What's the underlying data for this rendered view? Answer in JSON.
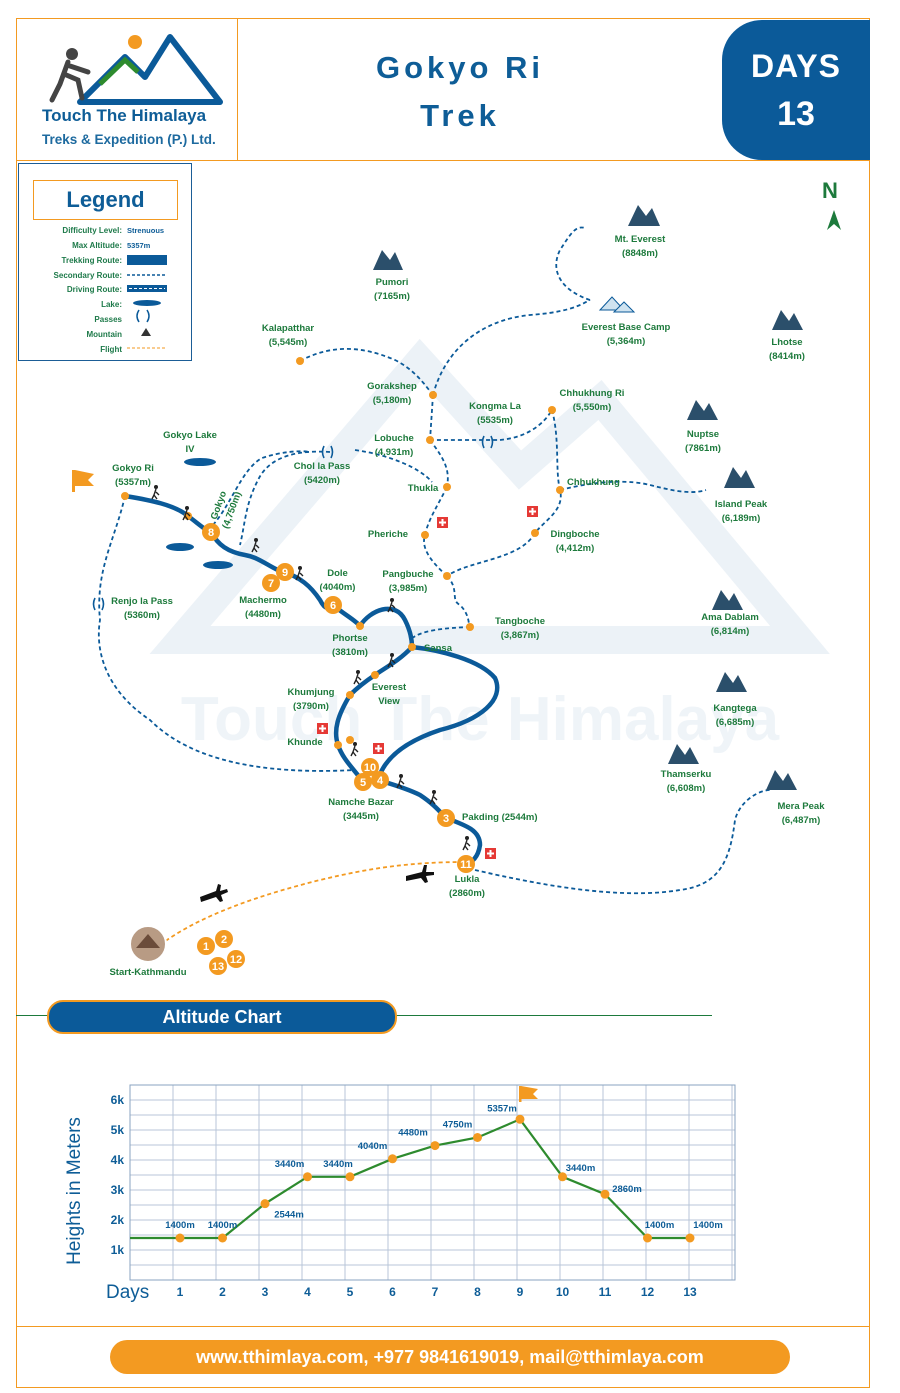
{
  "brand": {
    "name": "Touch The Himalaya",
    "subtitle": "Treks & Expedition (P.) Ltd."
  },
  "title": {
    "line1": "Gokyo Ri",
    "line2": "Trek"
  },
  "days": {
    "label": "DAYS",
    "value": "13"
  },
  "north": "N",
  "legend": {
    "title": "Legend",
    "rows": [
      {
        "label": "Difficulty Level:",
        "value": "Strenuous"
      },
      {
        "label": "Max Altitude:",
        "value": "5357m"
      },
      {
        "label": "Trekking Route:",
        "value": ""
      },
      {
        "label": "Secondary Route:",
        "value": ""
      },
      {
        "label": "Driving Route:",
        "value": ""
      },
      {
        "label": "Lake:",
        "value": ""
      },
      {
        "label": "Passes",
        "value": ""
      },
      {
        "label": "Mountain",
        "value": ""
      },
      {
        "label": "Flight",
        "value": ""
      }
    ]
  },
  "map_labels": {
    "mt_everest": [
      "Mt. Everest",
      "(8848m)"
    ],
    "pumori": [
      "Pumori",
      "(7165m)"
    ],
    "kalapatthar": [
      "Kalapatthar",
      "(5,545m)"
    ],
    "ebc": [
      "Everest Base Camp",
      "(5,364m)"
    ],
    "lhotse": [
      "Lhotse",
      "(8414m)"
    ],
    "gorakshep": [
      "Gorakshep",
      "(5,180m)"
    ],
    "kongma_la": [
      "Kongma La",
      "(5535m)"
    ],
    "chhukhung_ri": [
      "Chhukhung Ri",
      "(5,550m)"
    ],
    "lobuche": [
      "Lobuche",
      "(4,931m)"
    ],
    "nuptse": [
      "Nuptse",
      "(7861m)"
    ],
    "gokyo_lake": [
      "Gokyo Lake",
      "IV"
    ],
    "chol_la": [
      "Chol la Pass",
      "(5420m)"
    ],
    "gokyo_ri": [
      "Gokyo Ri",
      "(5357m)"
    ],
    "thukla": [
      "Thukla"
    ],
    "chhukhung": [
      "Chhukhung"
    ],
    "island_peak": [
      "Island Peak",
      "(6,189m)"
    ],
    "gokyo": [
      "Gokyo",
      "(4,750m)"
    ],
    "pheriche": [
      "Pheriche"
    ],
    "dingboche": [
      "Dingboche",
      "(4,412m)"
    ],
    "dole": [
      "Dole",
      "(4040m)"
    ],
    "pangbuche": [
      "Pangbuche",
      "(3,985m)"
    ],
    "machermo": [
      "Machermo",
      "(4480m)"
    ],
    "renjo_la": [
      "Renjo la Pass",
      "(5360m)"
    ],
    "tangboche": [
      "Tangboche",
      "(3,867m)"
    ],
    "ama_dablam": [
      "Ama Dablam",
      "(6,814m)"
    ],
    "phortse": [
      "Phortse",
      "(3810m)"
    ],
    "sansa": [
      "Sansa"
    ],
    "khumjung": [
      "Khumjung",
      "(3790m)"
    ],
    "everest_view": [
      "Everest",
      "View"
    ],
    "kangtega": [
      "Kangtega",
      "(6,685m)"
    ],
    "khunde": [
      "Khunde"
    ],
    "thamserku": [
      "Thamserku",
      "(6,608m)"
    ],
    "mera_peak": [
      "Mera Peak",
      "(6,487m)"
    ],
    "namche": [
      "Namche Bazar",
      "(3445m)"
    ],
    "pakding": [
      "Pakding (2544m)"
    ],
    "lukla": [
      "Lukla",
      "(2860m)"
    ],
    "kathmandu": [
      "Start-Kathmandu"
    ]
  },
  "day_pins": [
    "8",
    "9",
    "7",
    "6",
    "10",
    "5",
    "4",
    "3",
    "11",
    "1",
    "2",
    "13",
    "12"
  ],
  "chart_title": "Altitude Chart",
  "chart_data": {
    "type": "line",
    "title": "Altitude Chart",
    "xlabel": "Days",
    "ylabel": "Heights in Meters",
    "x": [
      "1",
      "2",
      "3",
      "4",
      "5",
      "6",
      "7",
      "8",
      "9",
      "10",
      "11",
      "12",
      "13"
    ],
    "y_ticks": [
      "1k",
      "2k",
      "3k",
      "4k",
      "5k",
      "6k"
    ],
    "ylim": [
      0,
      6500
    ],
    "grid": true,
    "series": [
      {
        "values": [
          1400,
          1400,
          2544,
          3440,
          3440,
          4040,
          4480,
          4750,
          5357,
          3440,
          2860,
          1400,
          1400
        ]
      }
    ],
    "data_labels": [
      "1400m",
      "1400m",
      "2544m",
      "3440m",
      "3440m",
      "4040m",
      "4480m",
      "4750m",
      "5357m",
      "3440m",
      "2860m",
      "1400m",
      "1400m"
    ]
  },
  "footer": "www.tthimlaya.com, +977 9841619019, mail@tthimlaya.com",
  "colors": {
    "blue": "#0b5a99",
    "orange": "#f39a21",
    "green": "#1d7a3c",
    "line_green": "#2e8b2e"
  }
}
